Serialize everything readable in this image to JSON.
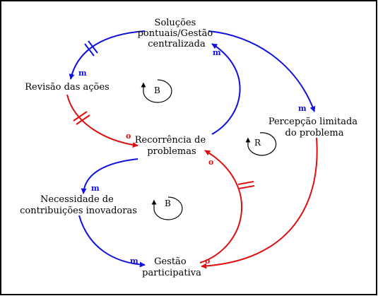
{
  "nodes": {
    "solucoes": [
      "Soluções",
      "pontuais/Gestão",
      "centralizada"
    ],
    "revisao": [
      "Revisão das ações"
    ],
    "recorrencia": [
      "Recorrência de",
      "problemas"
    ],
    "percepcao": [
      "Percepção limitada",
      "do problema"
    ],
    "necessidade": [
      "Necessidade de",
      "contribuições inovadoras"
    ],
    "gestao": [
      "Gestão",
      "participativa"
    ]
  },
  "polarities": {
    "solucoes_to_revisao": "m",
    "revisao_to_recorrencia": "o",
    "recorrencia_to_solucoes": "m",
    "solucoes_to_percepcao": "m",
    "percepcao_to_gestao": "o",
    "recorrencia_to_necessidade": "m",
    "necessidade_to_gestao": "m",
    "gestao_to_recorrencia": "o"
  },
  "loops": {
    "top": "B",
    "right": "R",
    "bottom": "B"
  },
  "colors": {
    "positive_link": "#1010e0",
    "negative_link": "#e01010",
    "border": "#000000",
    "text": "#000000"
  }
}
